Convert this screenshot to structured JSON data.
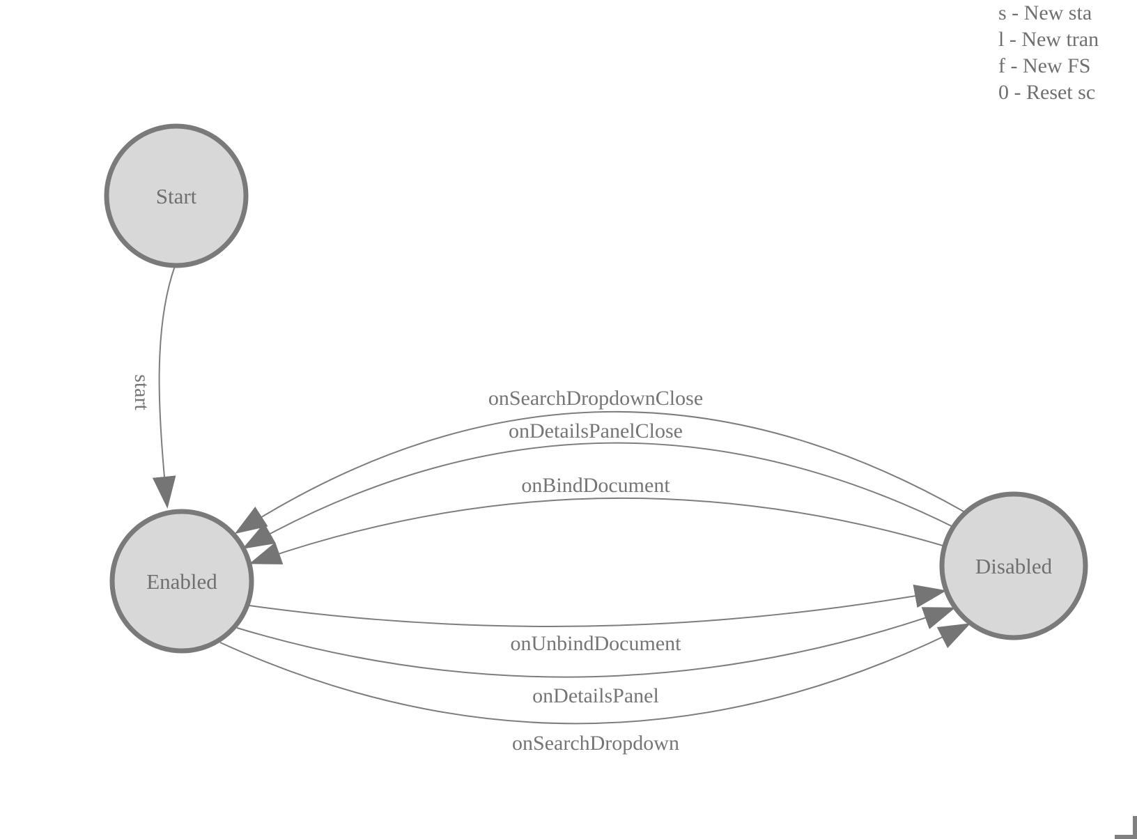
{
  "legend": {
    "lines": [
      "s - New sta",
      "l - New tran",
      "f - New FS",
      "0 - Reset sc"
    ]
  },
  "diagram": {
    "states": [
      {
        "id": "start",
        "label": "Start"
      },
      {
        "id": "enabled",
        "label": "Enabled"
      },
      {
        "id": "disabled",
        "label": "Disabled"
      }
    ],
    "transitions": [
      {
        "label": "start",
        "from": "Start",
        "to": "Enabled"
      },
      {
        "label": "onSearchDropdownClose",
        "from": "Disabled",
        "to": "Enabled"
      },
      {
        "label": "onDetailsPanelClose",
        "from": "Disabled",
        "to": "Enabled"
      },
      {
        "label": "onBindDocument",
        "from": "Disabled",
        "to": "Enabled"
      },
      {
        "label": "onUnbindDocument",
        "from": "Enabled",
        "to": "Disabled"
      },
      {
        "label": "onDetailsPanel",
        "from": "Enabled",
        "to": "Disabled"
      },
      {
        "label": "onSearchDropdown",
        "from": "Enabled",
        "to": "Disabled"
      }
    ],
    "colors": {
      "node_fill": "#d8d8d8",
      "node_stroke": "#7a7a7a",
      "edge_stroke": "#7d7d7d",
      "arrowhead": "#757575",
      "text": "#6f6f6f"
    }
  }
}
